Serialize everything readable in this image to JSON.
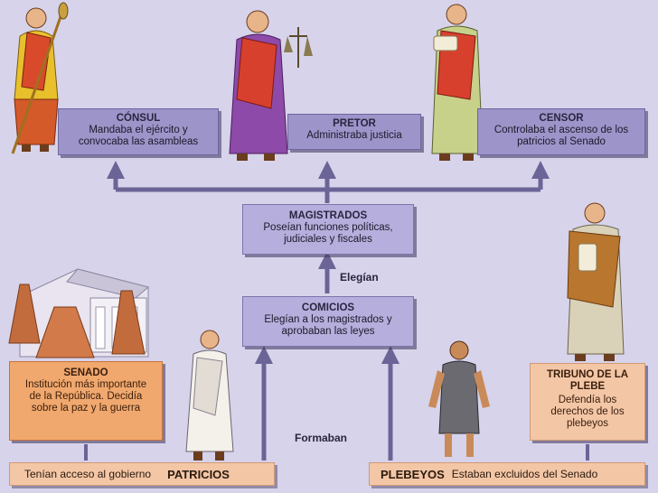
{
  "consul": {
    "title": "CÓNSUL",
    "body": "Mandaba el ejército y convocaba las asambleas"
  },
  "pretor": {
    "title": "PRETOR",
    "body": "Administraba justicia"
  },
  "censor": {
    "title": "CENSOR",
    "body": "Controlaba el ascenso de los patricios al Senado"
  },
  "magistrados": {
    "title": "MAGISTRADOS",
    "body": "Poseían funciones políticas, judiciales y fiscales"
  },
  "elegian_label": "Elegían",
  "comicios": {
    "title": "COMICIOS",
    "body": "Elegían a los magistrados y aprobaban las leyes"
  },
  "senado": {
    "title": "SENADO",
    "body": "Institución más importante de la República. Decidía sobre la paz y la guerra"
  },
  "tribuno": {
    "title": "TRIBUNO DE LA PLEBE",
    "body": "Defendía los derechos de los plebeyos"
  },
  "formaban_label": "Formaban",
  "patricios": {
    "note": "Tenían acceso al gobierno",
    "group": "PATRICIOS"
  },
  "plebeyos": {
    "group": "PLEBEYOS",
    "note": "Estaban excluidos del Senado"
  },
  "colors": {
    "background": "#d7d3ea",
    "violet_box": "#b6aedc",
    "arrow": "#6b6496",
    "orange_box": "#f0a86e",
    "peach_box": "#f3c6a6"
  },
  "illustrations": [
    "consul-figure",
    "pretor-figure",
    "censor-figure",
    "senate-building",
    "patrician-figure",
    "plebeian-figure",
    "tribune-figure"
  ]
}
